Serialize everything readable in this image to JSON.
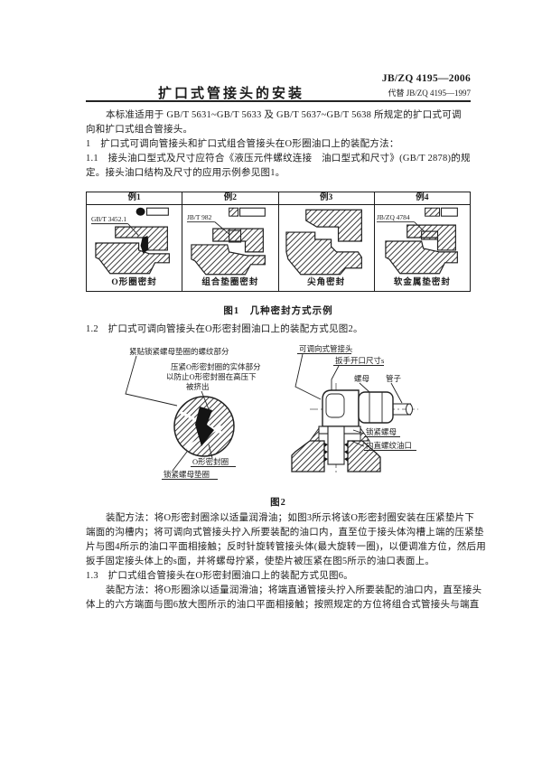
{
  "header": {
    "title": "扩口式管接头的安装",
    "code": "JB/ZQ 4195—2006",
    "supersedes": "代替 JB/ZQ 4195—1997"
  },
  "intro": {
    "lines": [
      "本标准适用于 GB/T 5631~GB/T 5633 及 GB/T 5637~GB/T 5638 所规定的扩口式可调",
      "向和扩口式组合管接头。",
      "1　扩口式可调向管接头和扩口式组合管接头在O形圈油口上的装配方法：",
      "1.1　接头油口型式及尺寸应符合《液压元件螺纹连接　油口型式和尺寸》(GB/T 2878)的规",
      "定。接头油口结构及尺寸的应用示例参见图1。"
    ]
  },
  "figure1": {
    "caption": "图1　几种密封方式示例",
    "columns": [
      {
        "header": "例1",
        "ref": "GB/T 3452.1",
        "label": "O形圈密封"
      },
      {
        "header": "例2",
        "ref": "JB/T 982",
        "label": "组合垫圈密封"
      },
      {
        "header": "例3",
        "ref": "",
        "label": "尖角密封"
      },
      {
        "header": "例4",
        "ref": "JB/ZQ 4784",
        "label": "软金属垫密封"
      }
    ]
  },
  "section12": "1.2　扩口式可调向管接头在O形密封圈油口上的装配方式见图2。",
  "figure2": {
    "caption": "图2",
    "labels": {
      "thread_part": "紧贴锁紧螺母垫圈的螺纹部分",
      "press1": "压紧O形密封圈的实体部分",
      "press2": "以防止O形密封圈在高压下",
      "press3": "被挤出",
      "oring": "O形密封圈",
      "washer": "锁紧螺母垫圈",
      "fitting": "可调向式管接头",
      "wrench": "扳手开口尺寸s",
      "nut": "螺母",
      "tube": "管子",
      "locknut": "锁紧螺母",
      "port": "内直螺纹油口"
    }
  },
  "body": {
    "lines": [
      "装配方法：将O形密封圈涂以适量润滑油；如图3所示将该O形密封圈安装在压紧垫片下",
      "端面的沟槽内；将可调向式管接头拧入所要装配的油口内，直至位于接头体沟槽上端的压紧垫",
      "片与图4所示的油口平面相接触；反时针旋转管接头体(最大旋转一圈)，以便调准方位，然后用",
      "扳手固定接头体上的s面，并将螺母拧紧，使垫片被压紧在图5所示的油口表面上。",
      "1.3　扩口式组合管接头在O形密封圈油口上的装配方式见图6。",
      "装配方法：将O形圈涂以适量润滑油；将端直通管接头拧入所要装配的油口内，直至接头",
      "体上的六方端面与图6放大图所示的油口平面相接触；按照规定的方位将组合式管接头与端直"
    ]
  }
}
